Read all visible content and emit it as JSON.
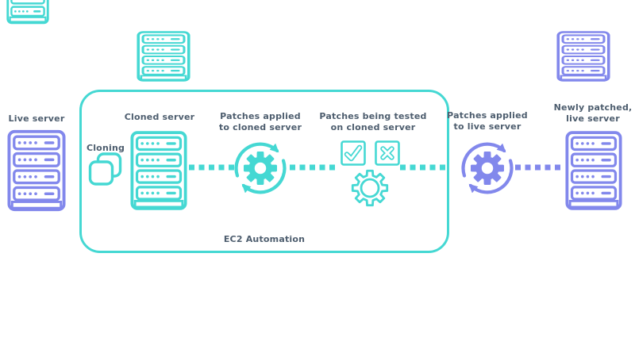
{
  "diagram": {
    "title": "EC2 Automation",
    "colors": {
      "teal": "#45D8D3",
      "purple": "#8288EC",
      "label_text": "#4D5D6E",
      "background": "#FFFFFF"
    },
    "nodes": [
      {
        "id": "live-server",
        "label": "Live server",
        "icon": "server-icon",
        "color": "purple"
      },
      {
        "id": "cloning",
        "label": "Cloning",
        "icon": "clone-icon",
        "color": "teal"
      },
      {
        "id": "cloned-server",
        "label": "Cloned server",
        "icon": "server-icon",
        "color": "teal"
      },
      {
        "id": "patches-applied-cloned",
        "label_lines": [
          "Patches applied",
          "to cloned server"
        ],
        "icon": "gear-sync-icon",
        "color": "teal"
      },
      {
        "id": "patches-tested",
        "label_lines": [
          "Patches being tested",
          "on cloned server"
        ],
        "icon": "check-cross-gear-icon",
        "color": "teal"
      },
      {
        "id": "patches-applied-live",
        "label_lines": [
          "Patches applied",
          "to live server"
        ],
        "icon": "gear-sync-icon",
        "color": "purple"
      },
      {
        "id": "newly-patched-server",
        "label_lines": [
          "Newly patched,",
          "live server"
        ],
        "icon": "server-icon",
        "color": "purple"
      }
    ],
    "connectors": [
      {
        "from": "cloned-server",
        "to": "patches-applied-cloned",
        "style": "dotted",
        "color": "teal"
      },
      {
        "from": "patches-applied-cloned",
        "to": "patches-tested",
        "style": "dotted",
        "color": "teal"
      },
      {
        "from": "patches-tested",
        "to": "automation-box-edge",
        "style": "dotted",
        "color": "teal"
      },
      {
        "from": "patches-applied-live",
        "to": "newly-patched-server",
        "style": "dotted",
        "color": "purple"
      }
    ],
    "background_icons": [
      {
        "id": "cropped-server-top-left",
        "icon": "server-icon",
        "color": "teal"
      },
      {
        "id": "small-server-top-mid",
        "icon": "server-icon",
        "color": "teal"
      },
      {
        "id": "small-server-top-right",
        "icon": "server-icon",
        "color": "purple"
      }
    ]
  }
}
